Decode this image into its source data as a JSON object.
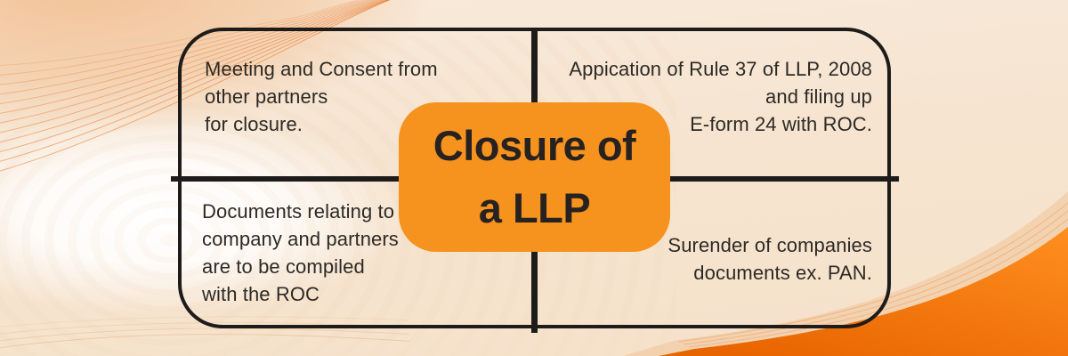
{
  "center_card": {
    "title_line1": "Closure of",
    "title_line2": "a LLP"
  },
  "quadrants": {
    "top_left": {
      "lines": [
        "Meeting and Consent from",
        "other partners",
        "for closure."
      ]
    },
    "top_right": {
      "lines": [
        "Appication of Rule 37 of LLP, 2008",
        "and filing up",
        "E-form 24 with ROC."
      ]
    },
    "bottom_left": {
      "lines": [
        "Documents relating to",
        "company and partners",
        "are to be compiled",
        "with the ROC"
      ]
    },
    "bottom_right": {
      "lines": [
        "Surender of companies",
        "documents ex. PAN."
      ]
    }
  },
  "colors": {
    "accent_orange": "#F6921E",
    "deep_orange": "#E86400",
    "wave_orange": "#E87427",
    "peach_tint": "#F2C194",
    "outline_black": "#1E1C1A",
    "text_dark": "#2D2A26",
    "background_cream": "#F8E9D7"
  }
}
